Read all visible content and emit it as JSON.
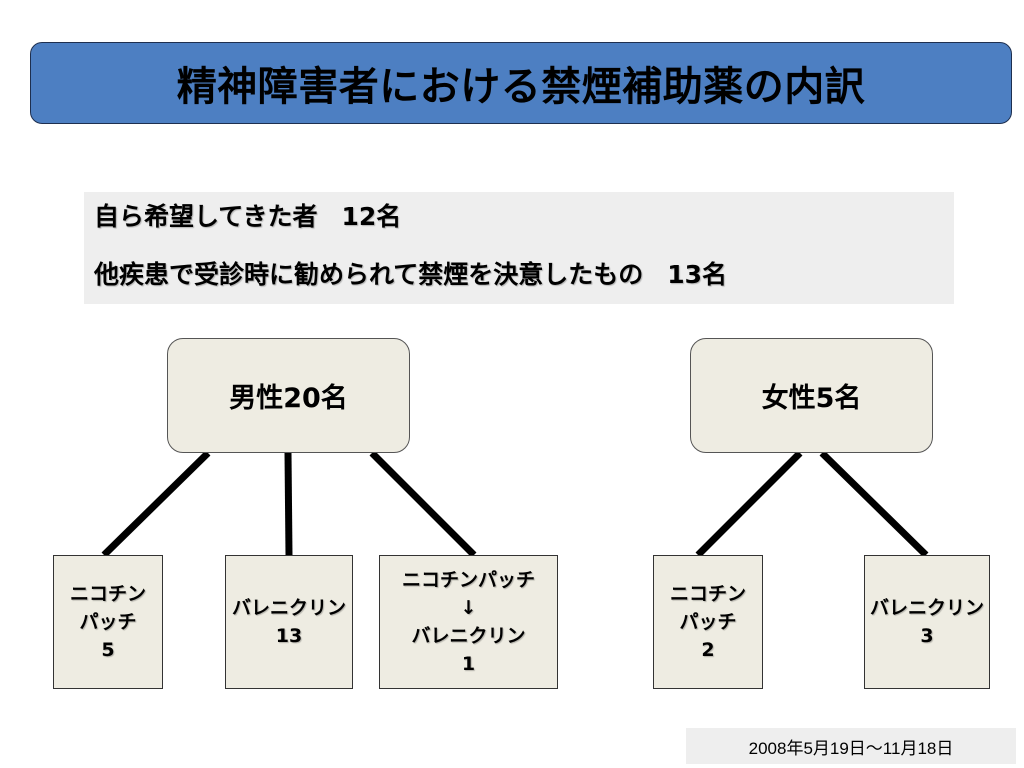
{
  "title": "精神障害者における禁煙補助薬の内訳",
  "info": {
    "line1_text": "自ら希望してきた者",
    "line1_count": "12名",
    "line2_text": "他疾患で受診時に勧められて禁煙を決意したもの",
    "line2_count": "13名"
  },
  "groups": {
    "male": {
      "label": "男性20名",
      "leaves": {
        "nicotine": {
          "line1": "ニコチン",
          "line2": "パッチ",
          "count": "5"
        },
        "varenicline": {
          "line1": "バレニクリン",
          "count": "13"
        },
        "switch": {
          "line1": "ニコチンパッチ",
          "arrow": "↓",
          "line2": "バレニクリン",
          "count": "1"
        }
      }
    },
    "female": {
      "label": "女性5名",
      "leaves": {
        "nicotine": {
          "line1": "ニコチン",
          "line2": "パッチ",
          "count": "2"
        },
        "varenicline": {
          "line1": "バレニクリン",
          "count": "3"
        }
      }
    }
  },
  "date_range": "2008年5月19日～11月18日",
  "colors": {
    "banner": "#4d7fc2",
    "box_fill": "#eeece2",
    "info_fill": "#eeeeee"
  }
}
